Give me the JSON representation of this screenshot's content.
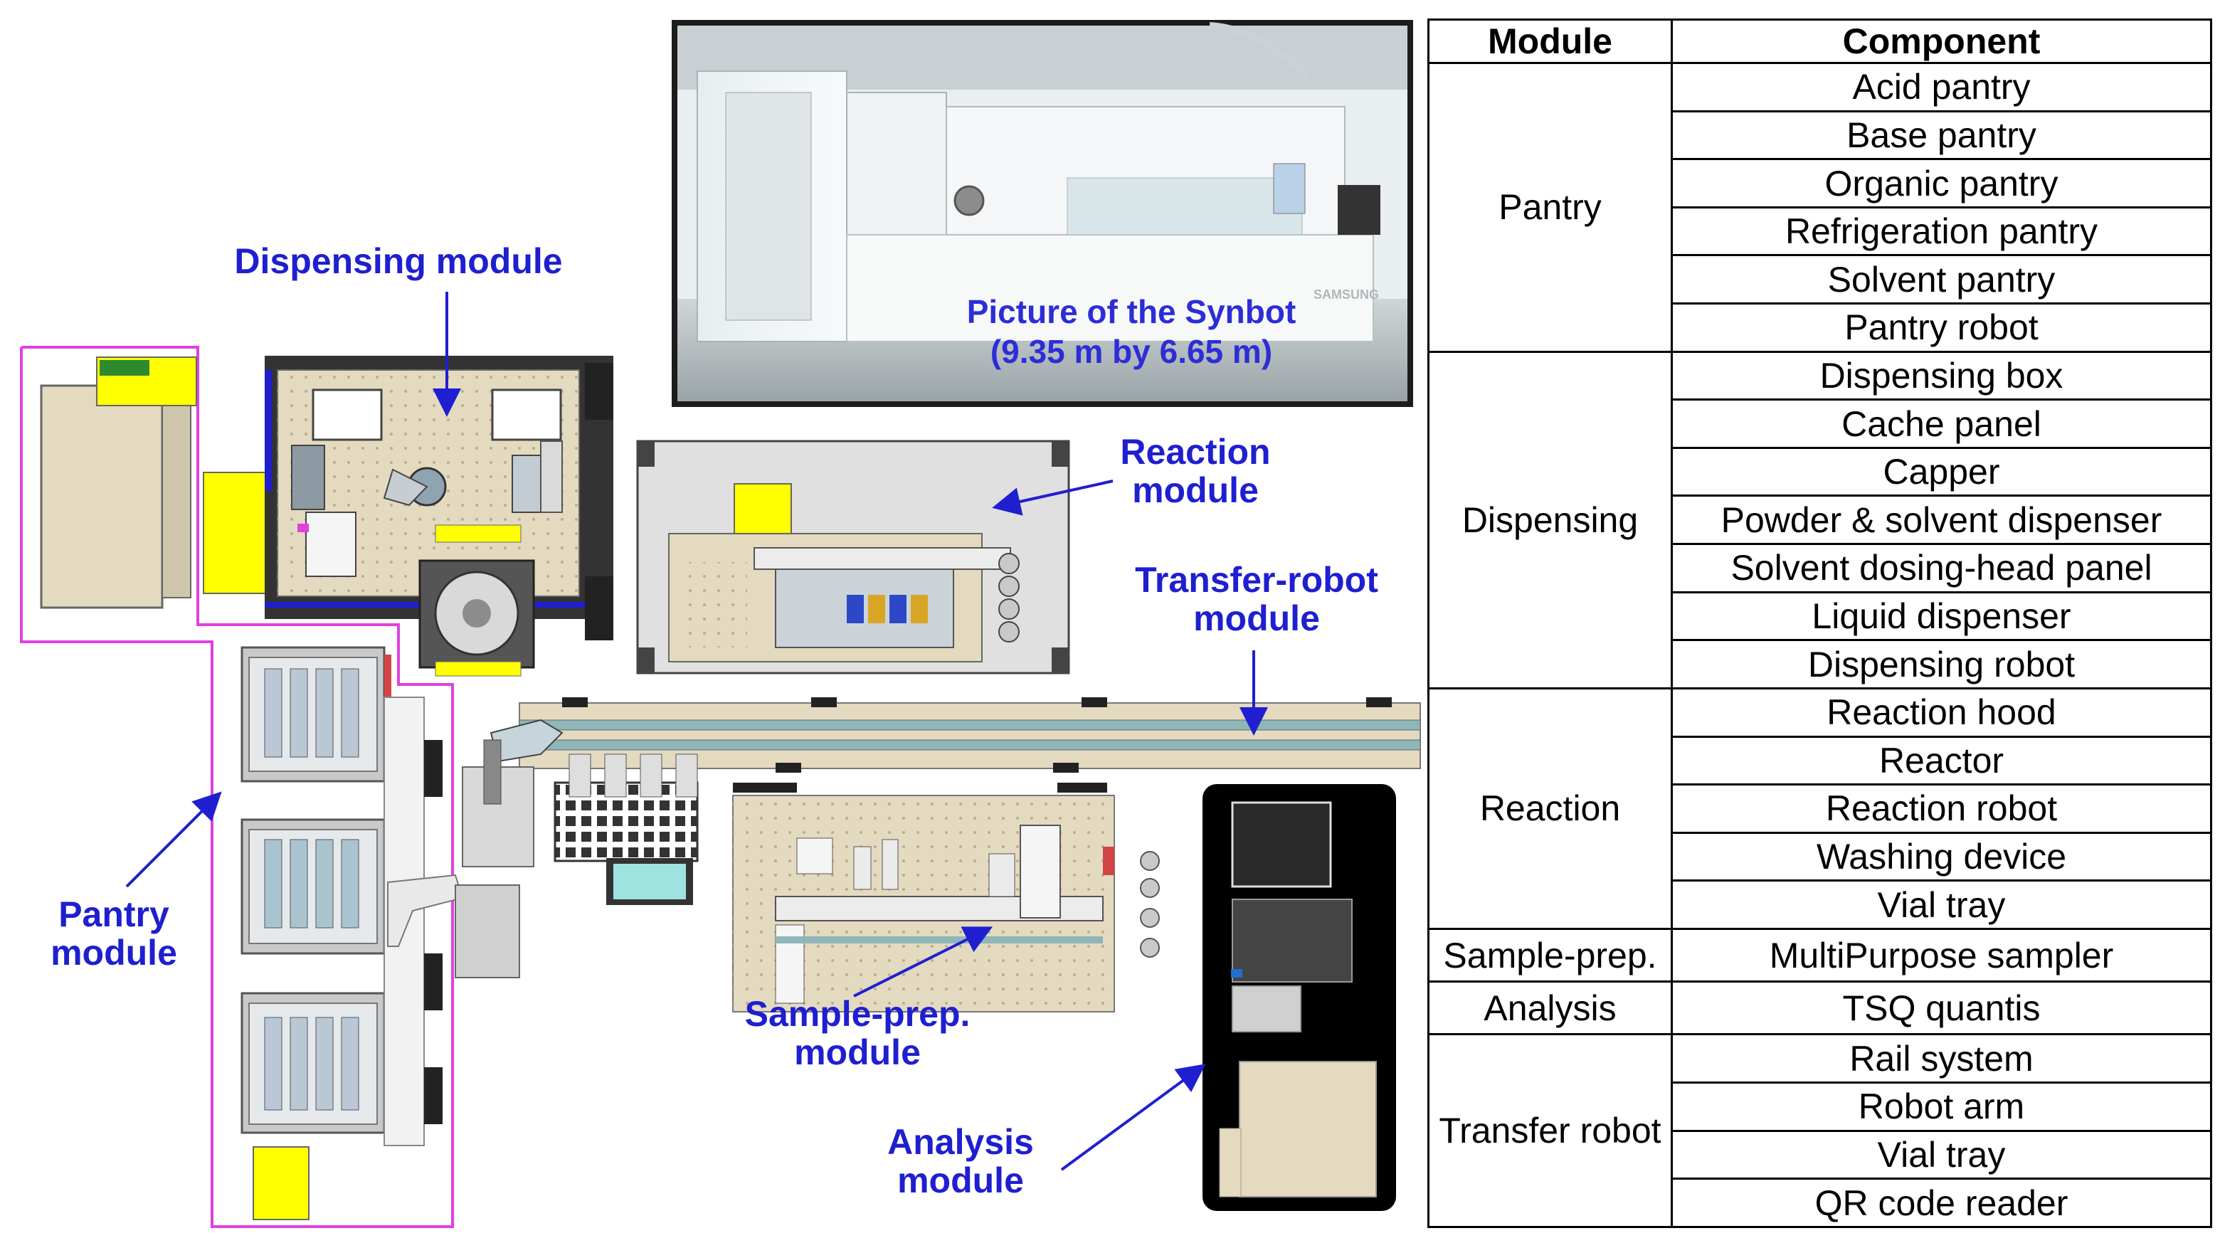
{
  "labels": {
    "dispensing_module": "Dispensing module",
    "reaction_module_line1": "Reaction",
    "reaction_module_line2": "module",
    "transfer_module_line1": "Transfer-robot",
    "transfer_module_line2": "module",
    "pantry_module_line1": "Pantry",
    "pantry_module_line2": "module",
    "sampleprep_module_line1": "Sample-prep.",
    "sampleprep_module_line2": "module",
    "analysis_module_line1": "Analysis",
    "analysis_module_line2": "module"
  },
  "photo": {
    "caption_line1": "Picture of the Synbot",
    "caption_line2": "(9.35 m by 6.65 m)",
    "brand": "SAMSUNG"
  },
  "colors": {
    "label_blue": "#1f1fd0",
    "pantry_outline": "#e040e0",
    "yellow": "#ffff00",
    "beige": "#e6dcc3",
    "dark_blue": "#1f1fd0"
  },
  "table": {
    "headers": [
      "Module",
      "Component"
    ],
    "groups": [
      {
        "module": "Pantry",
        "components": [
          "Acid pantry",
          "Base pantry",
          "Organic pantry",
          "Refrigeration pantry",
          "Solvent pantry",
          "Pantry robot"
        ]
      },
      {
        "module": "Dispensing",
        "components": [
          "Dispensing box",
          "Cache panel",
          "Capper",
          "Powder & solvent dispenser",
          "Solvent dosing-head panel",
          "Liquid dispenser",
          "Dispensing robot"
        ]
      },
      {
        "module": "Reaction",
        "components": [
          "Reaction hood",
          "Reactor",
          "Reaction robot",
          "Washing device",
          "Vial tray"
        ]
      },
      {
        "module": "Sample-prep.",
        "components": [
          "MultiPurpose sampler"
        ]
      },
      {
        "module": "Analysis",
        "components": [
          "TSQ quantis"
        ]
      },
      {
        "module": "Transfer robot",
        "components": [
          "Rail system",
          "Robot arm",
          "Vial tray",
          "QR code reader"
        ]
      }
    ]
  }
}
